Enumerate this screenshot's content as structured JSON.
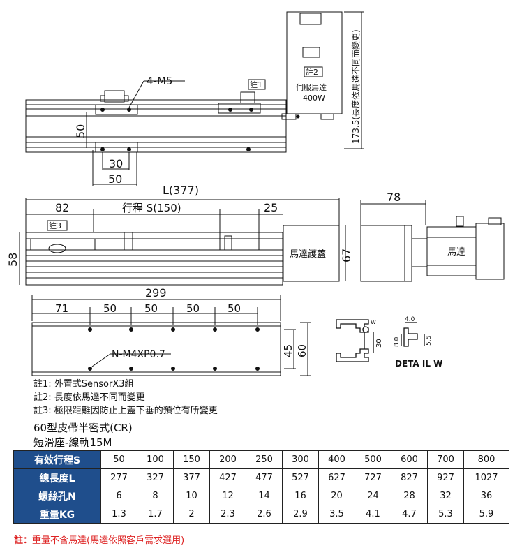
{
  "drawing": {
    "top_view": {
      "hole_label": "4-M5",
      "note1_tag": "註1",
      "note2_tag": "註2",
      "servo_label_1": "伺服馬達",
      "servo_label_2": "400W",
      "vertical_note": "173.5(長度依馬達不同而變更)",
      "dim_50_vert": "50",
      "dim_30": "30",
      "dim_50_horiz": "50"
    },
    "front_view": {
      "total_length": "L(377)",
      "dim_82": "82",
      "stroke_label": "行程 S(150)",
      "dim_25": "25",
      "note3_tag": "註3",
      "height_58": "58",
      "cover_label": "馬達護蓋",
      "height_67": "67"
    },
    "side_view": {
      "dim_78": "78",
      "motor_label": "馬達"
    },
    "bottom_view": {
      "dim_299": "299",
      "dim_71": "71",
      "pitches": [
        "50",
        "50",
        "50",
        "50"
      ],
      "hole_label": "N-M4XP0.7",
      "dim_45": "45",
      "dim_60": "60"
    },
    "profile": {
      "w_label": "W",
      "dim_30": "30",
      "dim_40": "4.0",
      "dim_80": "8.0",
      "dim_55": "5.5",
      "detail_label": "DETA IL W"
    }
  },
  "notes": [
    "註1: 外置式SensorX3組",
    "註2: 長度依馬達不同而變更",
    "註3: 極限距離因防止上蓋下垂的預位有所變更"
  ],
  "model_title": "60型皮帶半密式(CR)",
  "model_subtitle": "短滑座-線軌15M",
  "table": {
    "rows": [
      {
        "header": "有效行程S",
        "values": [
          "50",
          "100",
          "150",
          "200",
          "250",
          "300",
          "400",
          "500",
          "600",
          "700",
          "800"
        ]
      },
      {
        "header": "總長度L",
        "values": [
          "277",
          "327",
          "377",
          "427",
          "477",
          "527",
          "627",
          "727",
          "827",
          "927",
          "1027"
        ]
      },
      {
        "header": "螺絲孔N",
        "values": [
          "6",
          "8",
          "10",
          "12",
          "14",
          "16",
          "20",
          "24",
          "28",
          "32",
          "36"
        ]
      },
      {
        "header": "重量KG",
        "values": [
          "1.3",
          "1.7",
          "2",
          "2.3",
          "2.6",
          "2.9",
          "3.5",
          "4.1",
          "4.7",
          "5.3",
          "5.9"
        ]
      }
    ]
  },
  "footnote": {
    "prefix": "註：",
    "text": "重量不含馬達(馬達依照客戶需求選用)"
  }
}
